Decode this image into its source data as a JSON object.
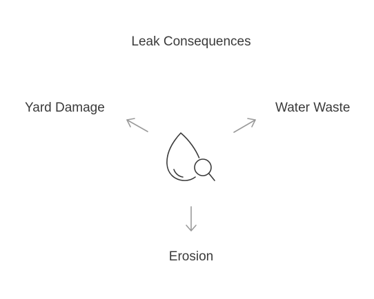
{
  "diagram": {
    "title": "Leak Consequences",
    "center": {
      "icon": "water-drop-magnifier-icon"
    },
    "outcomes": [
      {
        "label": "Yard Damage",
        "direction": "up-left"
      },
      {
        "label": "Water Waste",
        "direction": "up-right"
      },
      {
        "label": "Erosion",
        "direction": "down"
      }
    ],
    "colors": {
      "text": "#3a3a3a",
      "arrow": "#9a9a9a",
      "icon_stroke": "#3a3a3a"
    }
  }
}
